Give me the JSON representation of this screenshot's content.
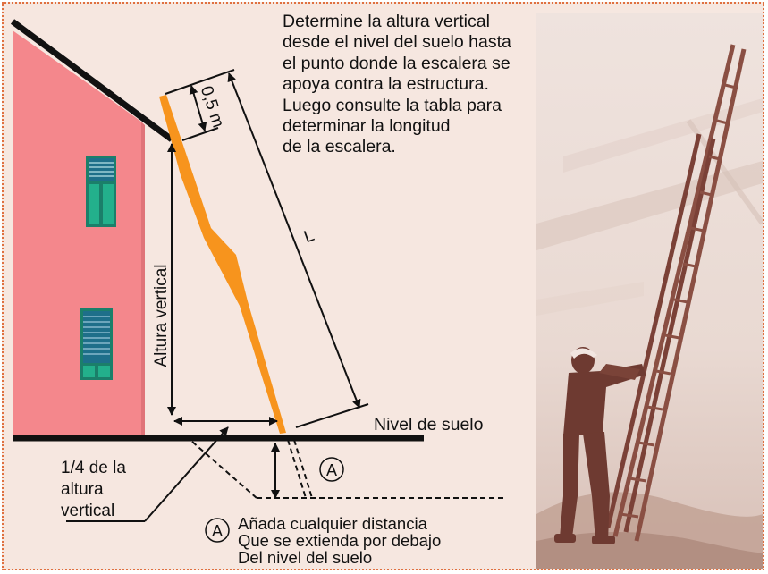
{
  "instructions": {
    "lines": [
      "Determine la altura vertical",
      "desde el nivel del suelo hasta",
      "el punto donde la escalera se",
      "apoya contra la estructura.",
      "Luego consulte la tabla para",
      "determinar la longitud",
      "de la escalera."
    ]
  },
  "labels": {
    "vertical_height": "Altura vertical",
    "top_offset": "0,5 m",
    "ladder_length": "L",
    "ground_level": "Nivel de suelo",
    "fraction": [
      "1/4 de la",
      "altura",
      "vertical"
    ],
    "marker": "A",
    "note": [
      "Añada cualquier distancia",
      "Que se extienda por debajo",
      "Del nivel del suelo"
    ]
  },
  "colors": {
    "background": "#f6e7e0",
    "wall": "#f4878c",
    "ladder": "#f7941d",
    "window_frame": "#1b7f6a",
    "window_fill": "#23b08c",
    "window_blind": "#1e6f8a",
    "frame_border": "#e07040"
  },
  "icons": {
    "photo": "man-holding-extension-ladder-photo"
  }
}
